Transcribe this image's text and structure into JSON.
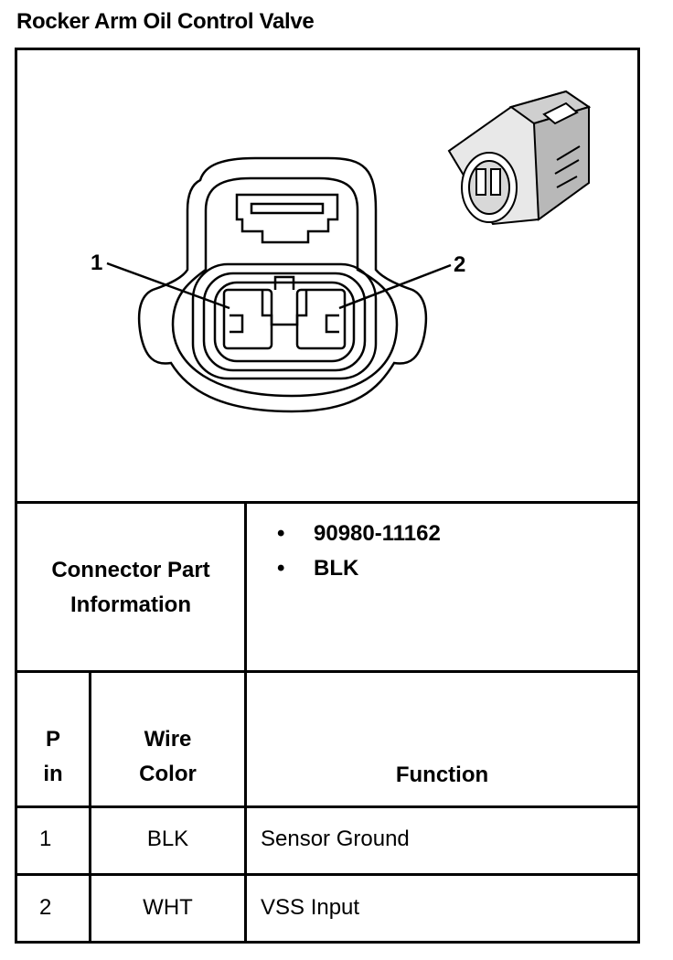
{
  "title": "Rocker Arm Oil Control Valve",
  "diagram": {
    "pin_callouts": [
      "1",
      "2"
    ]
  },
  "connector_info": {
    "label_line1": "Connector Part",
    "label_line2": "Information",
    "bullets": [
      "90980-11162",
      "BLK"
    ]
  },
  "table": {
    "headers": {
      "pin_line1": "P",
      "pin_line2": "in",
      "wire_line1": "Wire",
      "wire_line2": "Color",
      "function": "Function"
    },
    "rows": [
      {
        "pin": "1",
        "color": "BLK",
        "function": "Sensor Ground"
      },
      {
        "pin": "2",
        "color": "WHT",
        "function": "VSS Input"
      }
    ]
  }
}
